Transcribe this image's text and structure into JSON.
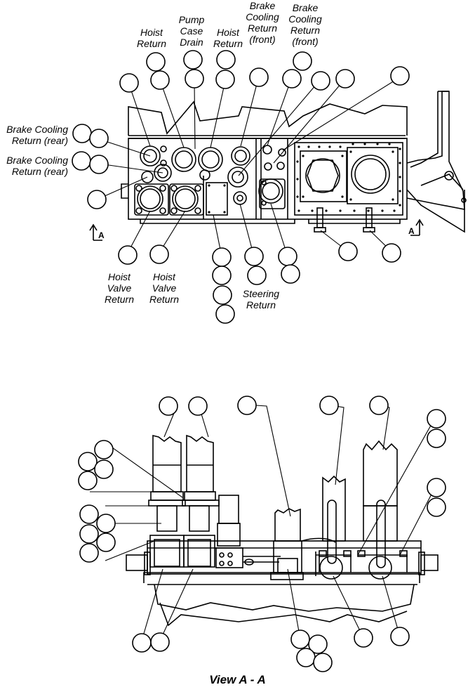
{
  "labels": {
    "hoist_return_1": "Hoist\nReturn",
    "pump_case_drain": "Pump\nCase\nDrain",
    "hoist_return_2": "Hoist\nReturn",
    "brake_cooling_return_front_1": "Brake\nCooling\nReturn\n(front)",
    "brake_cooling_return_front_2": "Brake\nCooling\nReturn\n(front)",
    "brake_cooling_return_rear_1": "Brake Cooling\nReturn (rear)",
    "brake_cooling_return_rear_2": "Brake Cooling\nReturn (rear)",
    "hoist_valve_return_1": "Hoist\nValve\nReturn",
    "hoist_valve_return_2": "Hoist\nValve\nReturn",
    "steering_return": "Steering\nReturn"
  },
  "section_marks": {
    "left": "A",
    "right": "A"
  },
  "view_caption": "View A - A"
}
